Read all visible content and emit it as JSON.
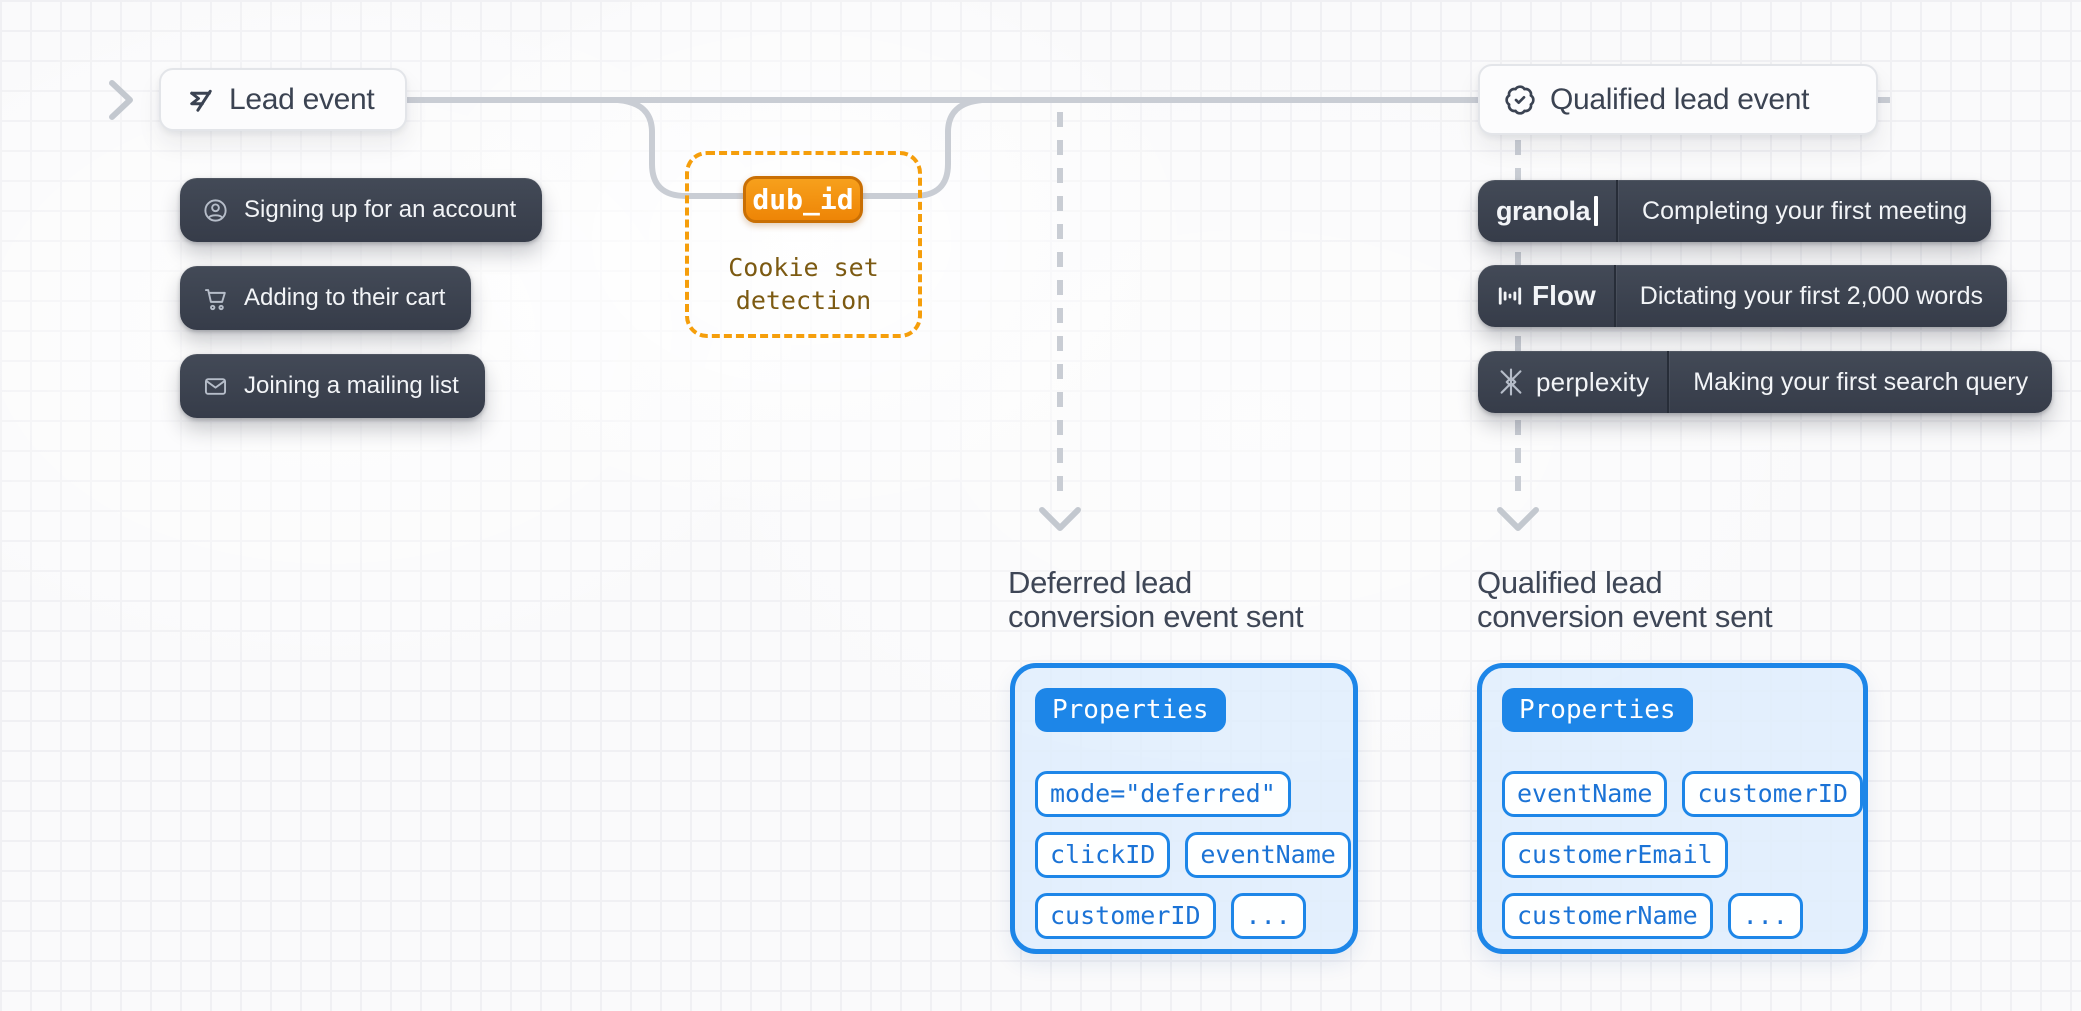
{
  "theme": {
    "bg": "#fafafb",
    "grid-line": "#f0f0f3",
    "line-gray": "#c9cdd4",
    "node-text": "#3b4352",
    "pill-top": "#434a57",
    "pill-bottom": "#363c49",
    "pill-text": "#f2f4f7",
    "pill-icon": "#b6bdc9",
    "accent-orange": "#f59e0b",
    "orange-badge-top": "#f7a01c",
    "orange-badge-bottom": "#ee8506",
    "orange-badge-border": "#c96f04",
    "orange-text": "#7c5a12",
    "accent-blue": "#1d86e8",
    "blue-tag-text": "#1b73d6",
    "panel-bg": "rgba(222,237,252,0.82)"
  },
  "flow": {
    "lead_event": {
      "label": "Lead event",
      "icon": "flag-icon"
    },
    "lead_examples": [
      {
        "icon": "user-circle-icon",
        "label": "Signing up for an account"
      },
      {
        "icon": "cart-icon",
        "label": "Adding to their cart"
      },
      {
        "icon": "mail-icon",
        "label": "Joining a mailing list"
      }
    ],
    "cookie_detection": {
      "badge": "dub_id",
      "label": "Cookie set detection"
    },
    "qualified_lead_event": {
      "label": "Qualified lead event",
      "icon": "badge-check-icon"
    },
    "qualified_examples": [
      {
        "brand": "granola",
        "icon": "granola-logo-icon",
        "label": "Completing your first meeting"
      },
      {
        "brand": "Flow",
        "icon": "flow-logo-icon",
        "label": "Dictating your first 2,000 words"
      },
      {
        "brand": "perplexity",
        "icon": "perplexity-logo-icon",
        "label": "Making your first search query"
      }
    ],
    "captions": {
      "deferred": {
        "line1": "Deferred lead",
        "line2": "conversion event sent"
      },
      "qualified": {
        "line1": "Qualified lead",
        "line2": "conversion event sent"
      }
    }
  },
  "properties_panels": [
    {
      "title": "Properties",
      "rows": [
        [
          "mode=\"deferred\""
        ],
        [
          "clickID",
          "eventName"
        ],
        [
          "customerID",
          "..."
        ]
      ]
    },
    {
      "title": "Properties",
      "rows": [
        [
          "eventName",
          "customerID"
        ],
        [
          "customerEmail"
        ],
        [
          "customerName",
          "..."
        ]
      ]
    }
  ]
}
